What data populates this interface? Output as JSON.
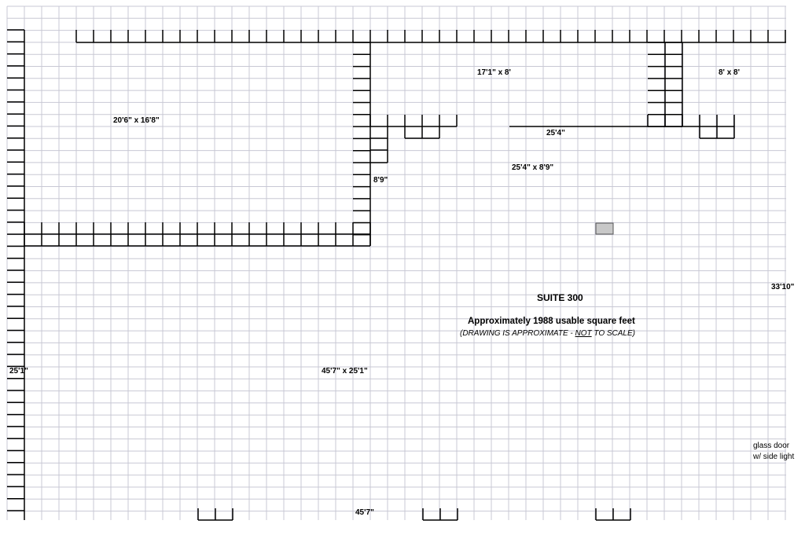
{
  "rooms": {
    "office_a": "20'6\" x 16'8\"",
    "office_b": "17'1\" x 8'",
    "office_c": "8' x 8'",
    "area_d": "25'4\" x 8'9\"",
    "main_area": "45'7\" x 25'1\""
  },
  "dimensions": {
    "width_25_4": "25'4\"",
    "height_8_9": "8'9\"",
    "right_height": "33'10\"",
    "left_height": "25'1\"",
    "bottom_width": "45'7\""
  },
  "suite": {
    "name": "SUITE 300",
    "area_text": "Approximately 1988 usable square feet",
    "disclaimer_prefix": "(DRAWING IS APPROXIMATE - ",
    "disclaimer_underlined": "NOT",
    "disclaimer_suffix": " TO SCALE)"
  },
  "door": {
    "line1": "glass door",
    "line2": "w/ side light"
  },
  "colors": {
    "grid": "#c8c8d4",
    "wall": "#000000",
    "marker": "#c8c8c8"
  }
}
